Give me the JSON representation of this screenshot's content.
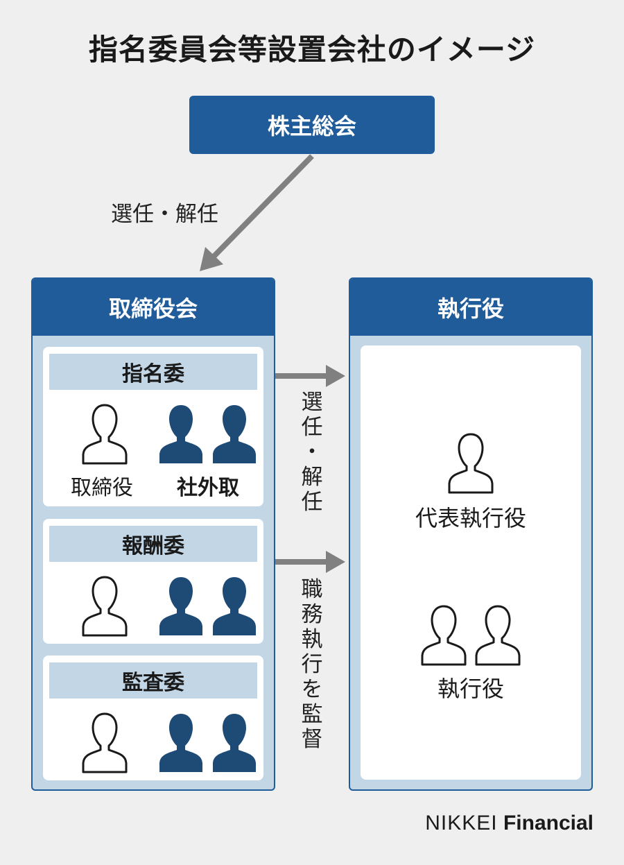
{
  "title": "指名委員会等設置会社のイメージ",
  "shareholders": "株主総会",
  "elect_dismiss_label": "選任・解任",
  "board": {
    "title": "取締役会",
    "committees": [
      {
        "name": "指名委",
        "director_label": "取締役",
        "outside_label": "社外取"
      },
      {
        "name": "報酬委"
      },
      {
        "name": "監査委"
      }
    ]
  },
  "executives": {
    "title": "執行役",
    "representative_label": "代表執行役",
    "officers_label": "執行役"
  },
  "arrow_label_1": [
    "選",
    "任",
    "・",
    "解",
    "任"
  ],
  "arrow_label_2": [
    "職",
    "務",
    "執",
    "行",
    "を",
    "監",
    "督"
  ],
  "brand": {
    "part1": "NIKKEI",
    "part2": "Financial"
  },
  "colors": {
    "navy": "#1f5c99",
    "light_blue": "#c3d6e6",
    "person_dark": "#1e4a76",
    "arrow_gray": "#808080",
    "background": "#efefef"
  }
}
